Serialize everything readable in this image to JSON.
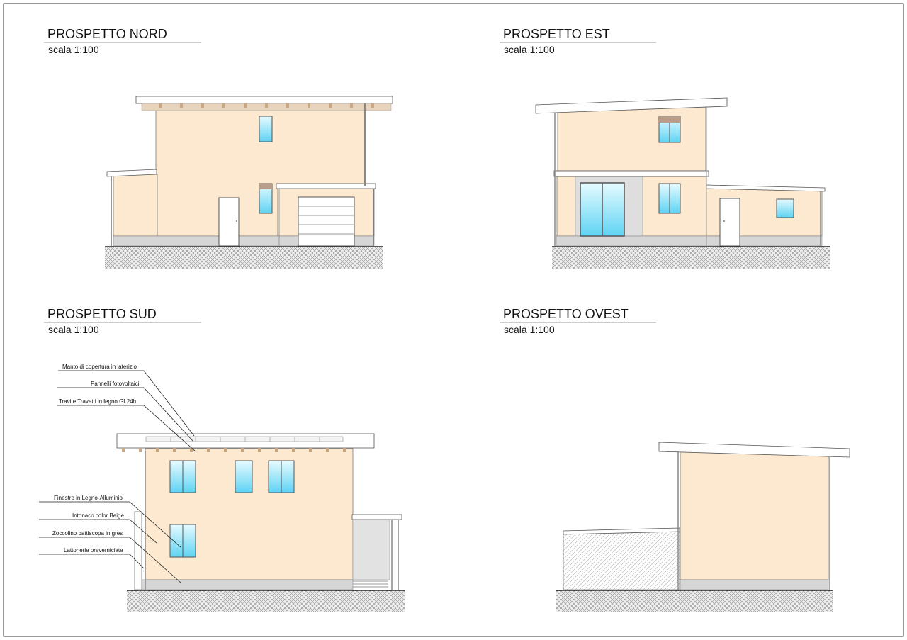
{
  "sheet": {
    "elevations": {
      "nord": {
        "title": "PROSPETTO NORD",
        "scale": "scala 1:100"
      },
      "est": {
        "title": "PROSPETTO EST",
        "scale": "scala 1:100"
      },
      "sud": {
        "title": "PROSPETTO SUD",
        "scale": "scala 1:100"
      },
      "ovest": {
        "title": "PROSPETTO OVEST",
        "scale": "scala 1:100"
      }
    },
    "annotations": {
      "roof_covering": "Manto di copertura in laterizio",
      "solar_panels": "Pannelli fotovoltaici",
      "beams": "Travi e Travetti in legno GL24h",
      "windows": "Finestre in Legno-Alluminio",
      "plaster": "Intonaco color Beige",
      "skirting": "Zoccolino battiscopa in gres",
      "gutters": "Lattonerie preverniciate"
    },
    "colors": {
      "plaster": "#fde9cf",
      "plinth": "#d6d6d6",
      "glass": "#9fe6f7",
      "roof": "#ffffff",
      "ground_hatch": "#8a8a8a",
      "outline": "#333333"
    }
  }
}
